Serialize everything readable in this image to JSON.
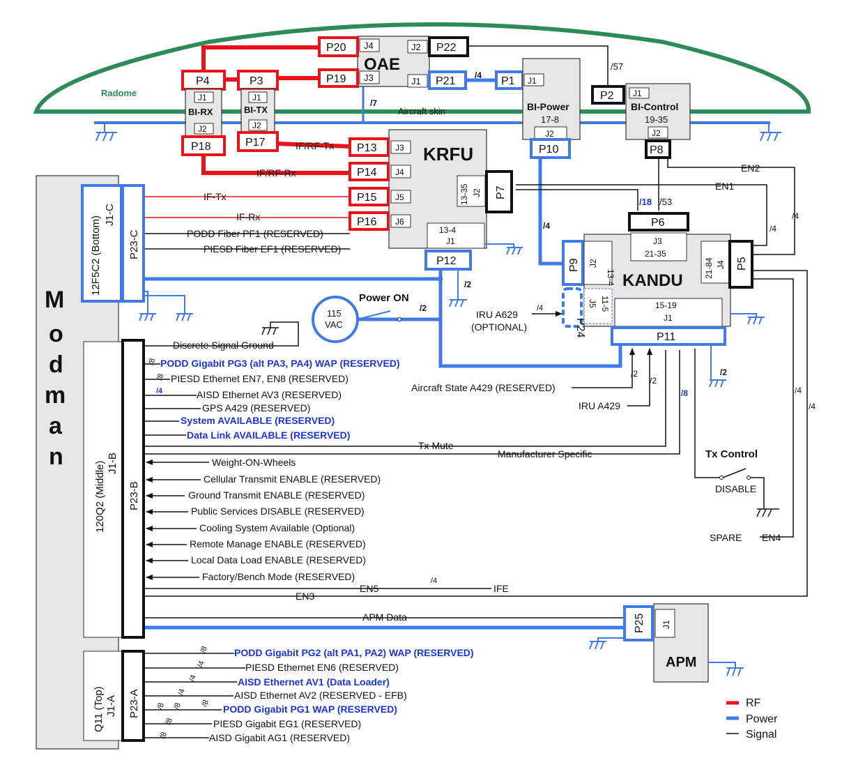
{
  "colors": {
    "rf": "#e8141b",
    "power": "#3f7ae8",
    "signal": "#111111",
    "radome": "#2e8b57",
    "highlight_text": "#1a35e0",
    "unit_fill": "#e6e6e6"
  },
  "radome": {
    "label": "Radome",
    "skin_label": "Aircraft skin"
  },
  "units": {
    "oae": {
      "name": "OAE",
      "jacks": [
        "J4",
        "J2",
        "J3",
        "J1"
      ]
    },
    "bi_rx": {
      "name": "BI-RX",
      "j1": "J1",
      "j2": "J2"
    },
    "bi_tx": {
      "name": "BI-TX",
      "j1": "J1",
      "j2": "J2"
    },
    "bi_power": {
      "name": "BI-Power",
      "pins": "17-8",
      "j1": "J1",
      "j2": "J2"
    },
    "bi_control": {
      "name": "BI-Control",
      "pins": "19-35",
      "j1": "J1",
      "j2": "J2"
    },
    "krfu": {
      "name": "KRFU",
      "jacks": [
        "J3",
        "J4",
        "J5",
        "J6"
      ],
      "j2_pins": "13-35",
      "j2": "J2",
      "j1_pins": "13-4",
      "j1": "J1"
    },
    "kandu": {
      "name": "KANDU",
      "j3": "J3",
      "j3_pins": "21-35",
      "j2_pins": "13-4",
      "j2": "J2",
      "j4_pins": "21-84",
      "j4": "J4",
      "j5_pins": "11-5",
      "j5": "J5",
      "j1_pins": "15-19",
      "j1": "J1"
    },
    "modman": {
      "name": [
        "M",
        "o",
        "d",
        "m",
        "a",
        "n"
      ],
      "j1c": "12F5C2 (Bottom)",
      "j1c_sub": "J1-C",
      "j1b": "120Q2 (Middle)",
      "j1b_sub": "J1-B",
      "j1a": "Q11 (Top)",
      "j1a_sub": "J1-A"
    },
    "apm": {
      "name": "APM",
      "j1": "J1"
    }
  },
  "plugs": {
    "p20": "P20",
    "p22": "P22",
    "p4": "P4",
    "p3": "P3",
    "p19": "P19",
    "p21": "P21",
    "p1": "P1",
    "p2": "P2",
    "p18": "P18",
    "p17": "P17",
    "p13": "P13",
    "p14": "P14",
    "p15": "P15",
    "p16": "P16",
    "p7": "P7",
    "p10": "P10",
    "p8": "P8",
    "p6": "P6",
    "p12": "P12",
    "p9": "P9",
    "p5": "P5",
    "p24": "P24",
    "p11": "P11",
    "p23c": "P23-C",
    "p23b": "P23-B",
    "p23a": "P23-A",
    "p25": "P25"
  },
  "wire_counts": {
    "w57": "/57",
    "w7": "/7",
    "w4a": "/4",
    "w18": "/18",
    "w53": "/53",
    "w4b": "/4",
    "w4c": "/4",
    "w4d": "/4",
    "w2a": "/2",
    "w2b": "/2",
    "w2c": "/2",
    "w2d": "/2",
    "w2e": "/2",
    "w8a": "/8",
    "w4e": "/4",
    "w4f": "/4",
    "w4g": "/4",
    "w8b": "/8",
    "w8c": "/8",
    "w4h": "/4",
    "w8d": "/8",
    "w4i": "/4",
    "w4j": "/4",
    "w4k": "/4",
    "w8e": "/8",
    "w8f": "/8",
    "w8g": "/8",
    "w8h": "/8",
    "w8i": "/8",
    "w4l": "/4"
  },
  "signals": {
    "if_rf_tx": "IF/RF-Tx",
    "if_rf_rx": "IF/RF-Rx",
    "if_tx": "IF-Tx",
    "if_rx": "IF-Rx",
    "podd_fiber": "PODD Fiber PF1 (RESERVED)",
    "piesd_fiber": "PIESD Fiber EF1 (RESERVED)",
    "en1": "EN1",
    "en2": "EN2",
    "en3": "EN3",
    "en4": "EN4",
    "en5": "EN5",
    "power_on": "Power ON",
    "vac": [
      "115",
      "VAC"
    ],
    "iru_a629": [
      "IRU A629",
      "(OPTIONAL)"
    ],
    "discrete_ground": "Discrete Signal Ground",
    "podd_pg3": "PODD Gigabit PG3 (alt PA3, PA4) WAP (RESERVED)",
    "piesd_en7": "PIESD Ethernet EN7, EN8 (RESERVED)",
    "aisd_av3": "AISD Ethernet AV3 (RESERVED)",
    "gps": "GPS A429 (RESERVED)",
    "sys_avail": "System AVAILABLE (RESERVED)",
    "dl_avail": "Data Link AVAILABLE (RESERVED)",
    "aircraft_state": "Aircraft State A429 (RESERVED)",
    "iru_a429": "IRU A429",
    "tx_mute": "Tx Mute",
    "mfr_specific": "Manufacturer Specific",
    "wow": "Weight-ON-Wheels",
    "cell_tx": "Cellular Transmit ENABLE (RESERVED)",
    "ground_tx": "Ground Transmit ENABLE (RESERVED)",
    "public_services": "Public Services DISABLE (RESERVED)",
    "cooling": "Cooling System Available (Optional)",
    "remote_manage": "Remote Manage ENABLE (RESERVED)",
    "local_data": "Local Data Load ENABLE (RESERVED)",
    "factory": "Factory/Bench Mode (RESERVED)",
    "ife": "IFE",
    "apm_data": "APM Data",
    "tx_control": "Tx Control",
    "disable": "DISABLE",
    "spare": "SPARE",
    "podd_pg2": "PODD Gigabit PG2 (alt PA1, PA2) WAP (RESERVED)",
    "piesd_en6": "PIESD Ethernet EN6 (RESERVED)",
    "aisd_av1": "AISD Ethernet AV1 (Data Loader)",
    "aisd_av2": "AISD Ethernet AV2 (RESERVED - EFB)",
    "podd_pg1": "PODD Gigabit PG1  WAP (RESERVED)",
    "piesd_eg1": "PIESD Gigabit EG1 (RESERVED)",
    "aisd_ag1": "AISD Gigabit AG1 (RESERVED)"
  },
  "legend": {
    "rf": "RF",
    "power": "Power",
    "signal": "Signal"
  }
}
